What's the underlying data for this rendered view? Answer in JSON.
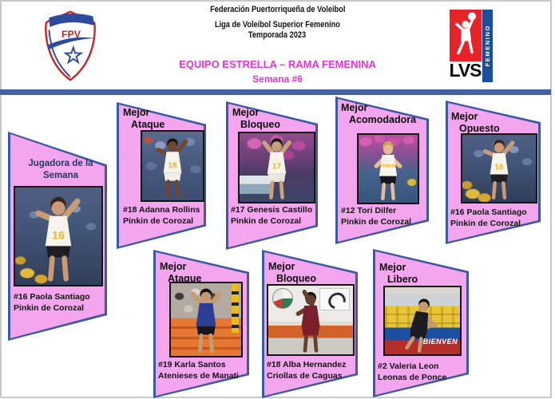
{
  "header": {
    "federation": "Federación Puertorriqueña de Voleibol",
    "league": "Liga de Voleibol Superior Femenino",
    "season": "Temporada 2023",
    "program_title": "EQUIPO ESTRELLA – RAMA FEMENINA",
    "week": "Semana #6"
  },
  "logos": {
    "fpv": {
      "text": "FPV"
    },
    "lvs": {
      "text": "LVS",
      "vertical_text": "FEMENINO"
    }
  },
  "colors": {
    "card_fill": "#F3A6ED",
    "card_border": "#3D5A9E",
    "divider": "#44609F",
    "magenta": "#E433D6",
    "title_navy": "#1F3864",
    "lvs_red": "#E62329",
    "lvs_blue": "#1B4F9C",
    "fpv_red": "#C4242B",
    "fpv_blue": "#2D4B9A"
  },
  "cards": [
    {
      "title_line1": "Jugadora de la",
      "title_line2": "Semana",
      "player": "#16 Paola Santiago",
      "team": "Pinkin de Corozal",
      "photo": {
        "jersey_number": "16"
      }
    },
    {
      "title_line1": "Mejor",
      "title_line2": "Ataque",
      "player": "#18 Adanna Rollins",
      "team": "Pinkin de Corozal",
      "photo": {
        "jersey_number": "18"
      }
    },
    {
      "title_line1": "Mejor",
      "title_line2": "Bloqueo",
      "player": "#17 Genesis Castillo",
      "team": "Pinkin de Corozal",
      "photo": {
        "jersey_number": "17"
      }
    },
    {
      "title_line1": "Mejor",
      "title_line2": "Acomodadora",
      "player": "#12 Tori Dilfer",
      "team": "Pinkin de Corozal",
      "photo": {
        "jersey_text": "PINKIN"
      }
    },
    {
      "title_line1": "Mejor",
      "title_line2": "Opuesto",
      "player": "#16 Paola Santiago",
      "team": "Pinkin de Corozal",
      "photo": {
        "jersey_number": "16"
      }
    },
    {
      "title_line1": "Mejor",
      "title_line2": "Ataque",
      "player": "#19 Karla Santos",
      "team": "Atenieses de Manati",
      "photo": {}
    },
    {
      "title_line1": "Mejor",
      "title_line2": "Bloqueo",
      "player": "#18 Alba Hernandez",
      "team": "Criollas de Caguas",
      "photo": {}
    },
    {
      "title_line1": "Mejor",
      "title_line2": "Libero",
      "player": "#2 Valeria Leon",
      "team": "Leonas de Ponce",
      "photo": {
        "banner_text": "BIENVEN"
      }
    }
  ]
}
